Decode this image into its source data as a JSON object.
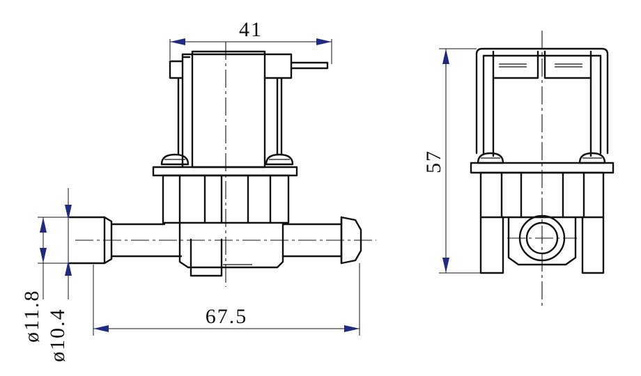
{
  "colors": {
    "line": "#111111",
    "arrow": "#1f2a80",
    "background": "#ffffff"
  },
  "dimensions": {
    "body_width": "41",
    "overall_length": "67.5",
    "height": "57",
    "outer_diameter": "ø11.8",
    "inner_diameter": "ø10.4"
  }
}
